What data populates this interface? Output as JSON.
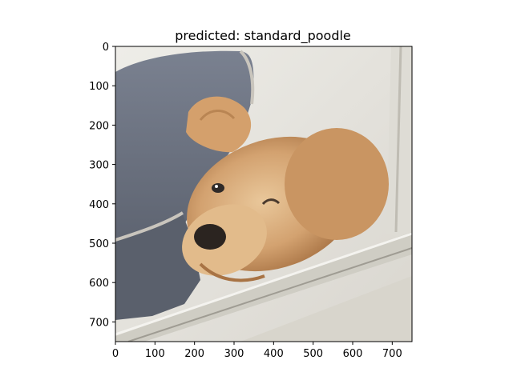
{
  "title": "predicted: standard_poodle",
  "image_axes": {
    "x_ticks": [
      "0",
      "100",
      "200",
      "300",
      "400",
      "500",
      "600",
      "700"
    ],
    "y_ticks": [
      "0",
      "100",
      "200",
      "300",
      "400",
      "500",
      "600",
      "700"
    ],
    "x_range": [
      0,
      750
    ],
    "y_range": [
      0,
      750
    ]
  },
  "photo": {
    "subject": "golden puppy resting head on grey plush dog bed, seen through a window pane",
    "colors": {
      "wall": "#e4e2dc",
      "bed": "#6e7481",
      "bed_dark": "#535966",
      "fur": "#d3a270",
      "fur_light": "#e9c79a",
      "fur_dark": "#a87344",
      "nose": "#2b2420",
      "window_frame": "#cfcdc4"
    }
  }
}
